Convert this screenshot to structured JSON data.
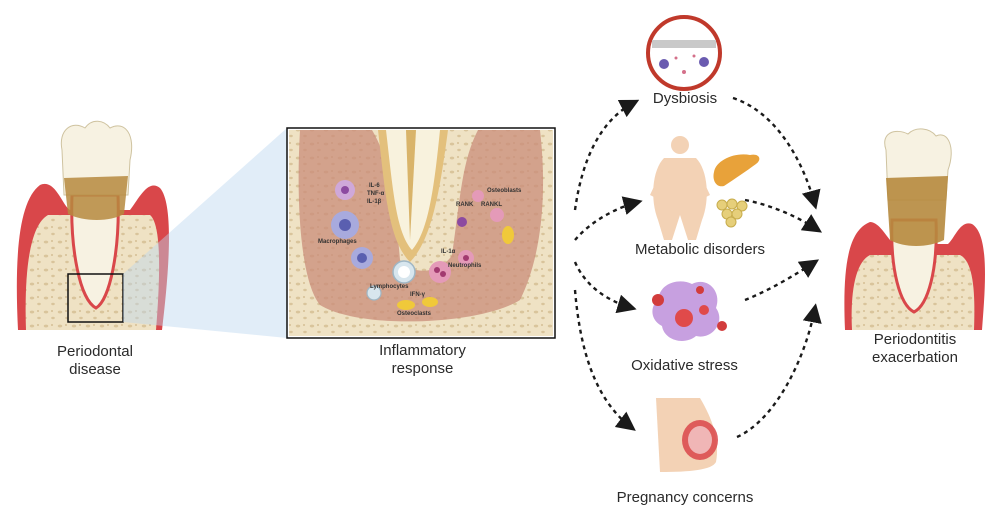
{
  "left": {
    "title_line1": "Periodontal",
    "title_line2": "disease"
  },
  "center": {
    "title_line1": "Inflammatory",
    "title_line2": "response",
    "inset_labels": {
      "il6": "IL-6",
      "tnfa": "TNF-α",
      "il1b": "IL-1β",
      "macrophages": "Macrophages",
      "rank": "RANK",
      "rankl": "RANKL",
      "osteoblasts": "Osteoblasts",
      "il1a": "IL-1α",
      "neutrophils": "Neutrophils",
      "lymphocytes": "Lymphocytes",
      "ifng": "IFN-γ",
      "osteoclasts": "Osteoclasts"
    }
  },
  "conditions": {
    "dysbiosis": "Dysbiosis",
    "metabolic": "Metabolic disorders",
    "oxidative": "Oxidative stress",
    "pregnancy": "Pregnancy concerns"
  },
  "right": {
    "title_line1": "Periodontitis",
    "title_line2": "exacerbation"
  },
  "colors": {
    "gum": "#d9474a",
    "bone": "#efe2c4",
    "tooth": "#f7f2e2",
    "calculus": "#b68a3e",
    "arrow": "#1a1a1a",
    "inset_tissue": "#c98c7a"
  }
}
